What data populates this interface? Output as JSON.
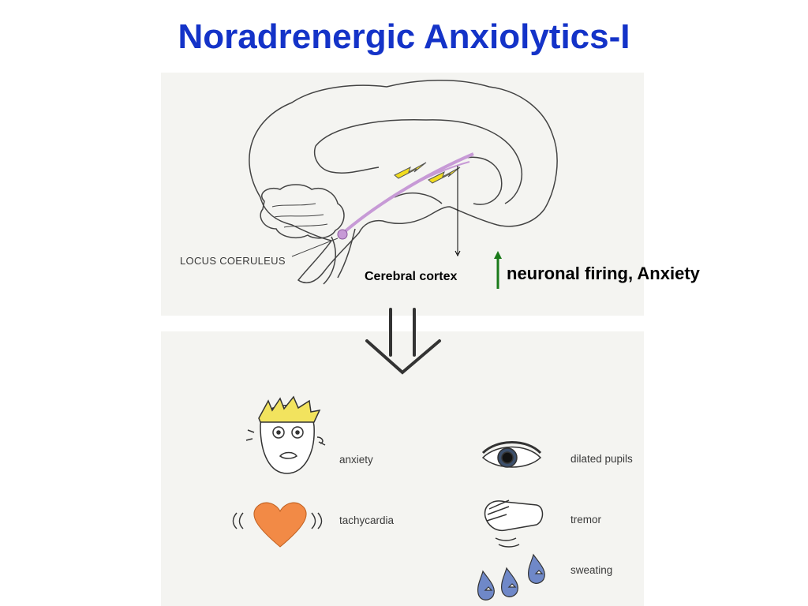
{
  "title": "Noradrenergic Anxiolytics-I",
  "labels": {
    "locus": "LOCUS COERULEUS",
    "cortex": "Cerebral cortex",
    "effect": "neuronal firing, Anxiety"
  },
  "symptoms": {
    "anxiety": "anxiety",
    "tachycardia": "tachycardia",
    "dilated_pupils": "dilated pupils",
    "tremor": "tremor",
    "sweating": "sweating"
  },
  "colors": {
    "title": "#1433c8",
    "pathway": "#c79ad6",
    "lightning": "#f2dd1e",
    "arrow_up": "#1a7a1a",
    "heart": "#f28a46",
    "drop": "#6f88c8"
  }
}
